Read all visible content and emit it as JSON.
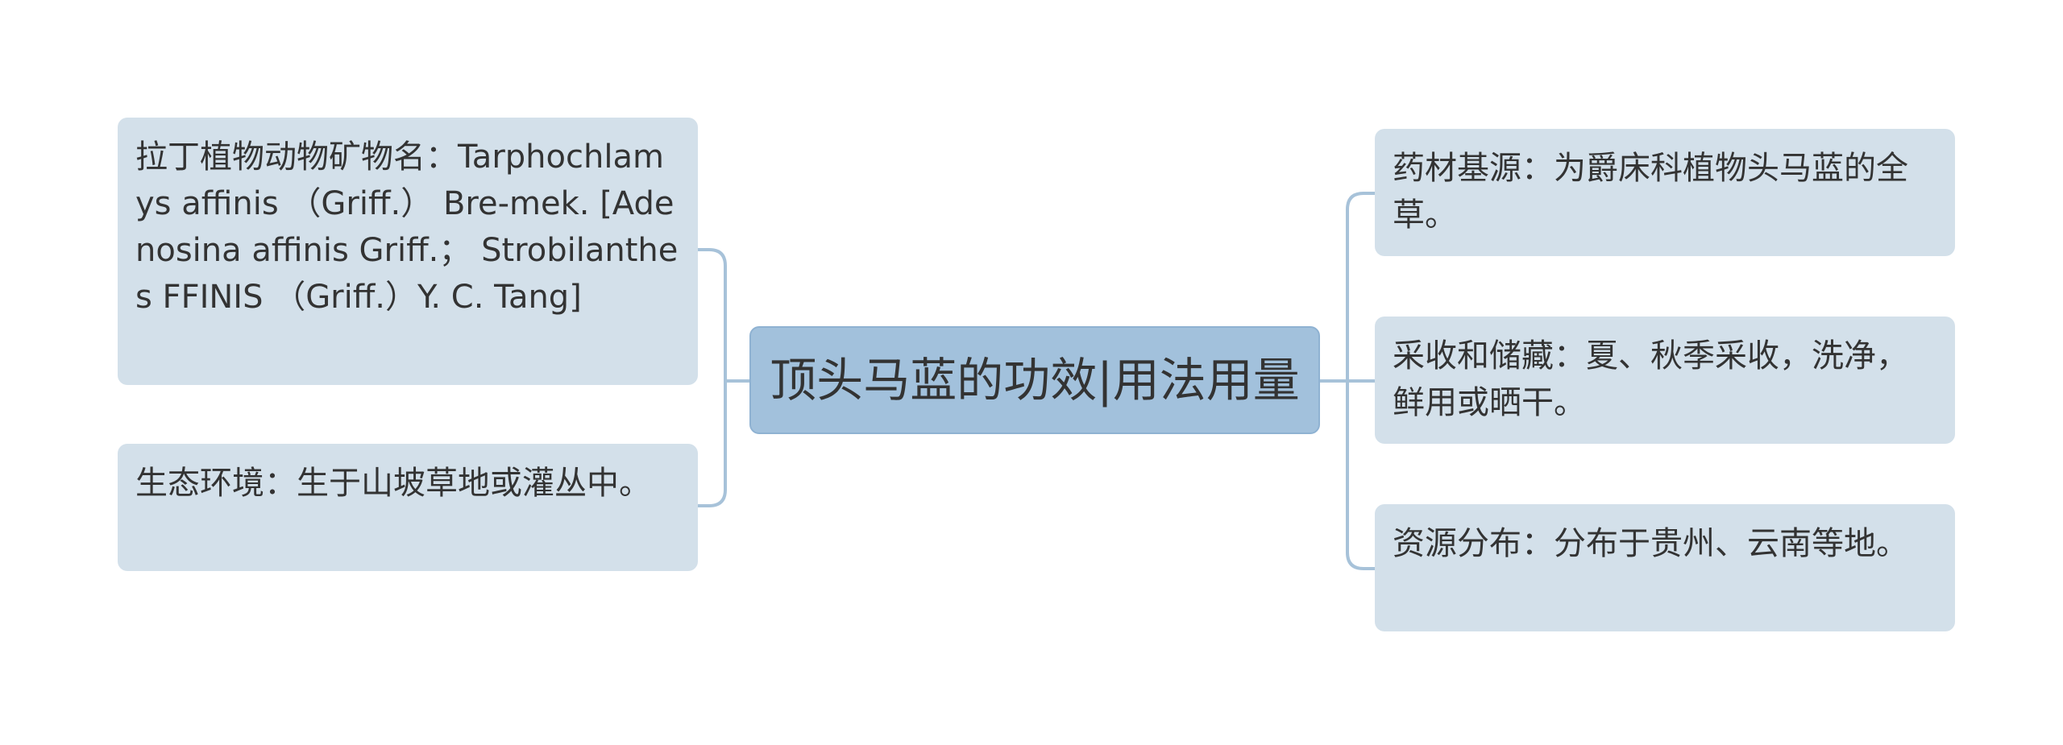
{
  "center": {
    "label": "顶头马蓝的功效|用法用量"
  },
  "left_nodes": [
    "拉丁植物动物矿物名：Tarphochlamys affinis （Griff.） Bre-mek. [Adenosina affinis Griff.； Strobilanthes FFINIS （Griff.）Y. C. Tang]",
    "生态环境：生于山坡草地或灌丛中。"
  ],
  "right_nodes": [
    "药材基源：为爵床科植物头马蓝的全草。",
    "采收和储藏：夏、秋季采收，洗净，鲜用或晒干。",
    "资源分布：分布于贵州、云南等地。"
  ],
  "colors": {
    "node_fill": "#d3e0ea",
    "center_fill": "#a2c1dc",
    "connector": "#a7c2d9",
    "text": "#333333"
  }
}
